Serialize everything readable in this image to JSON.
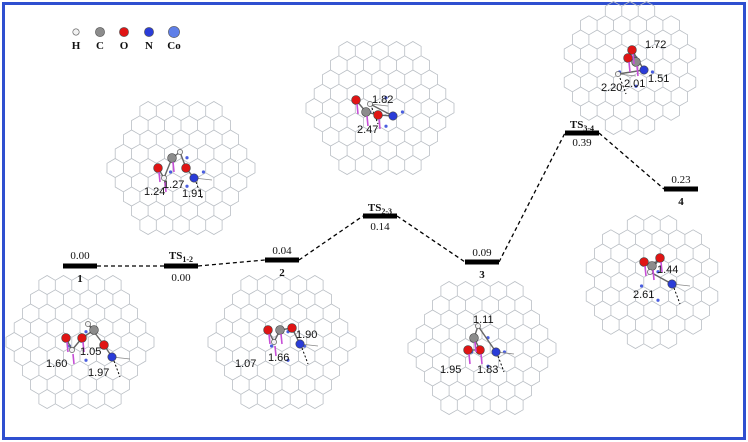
{
  "legend": [
    {
      "symbol": "H",
      "color": "#f2f2f2",
      "size": 3.2
    },
    {
      "symbol": "C",
      "color": "#8c8c8c",
      "size": 4.6
    },
    {
      "symbol": "O",
      "color": "#e01414",
      "size": 4.6
    },
    {
      "symbol": "N",
      "color": "#2a3cd8",
      "size": 4.6
    },
    {
      "symbol": "Co",
      "color": "#5f7fe8",
      "size": 5.6
    }
  ],
  "states": [
    {
      "id": "s1",
      "name": "1",
      "energy": "0.00",
      "energy_pos": "above"
    },
    {
      "id": "ts12",
      "name": "TS",
      "sub": "1-2",
      "energy": "0.00",
      "energy_pos": "below"
    },
    {
      "id": "s2",
      "name": "2",
      "energy": "0.04",
      "energy_pos": "above"
    },
    {
      "id": "ts23",
      "name": "TS",
      "sub": "2-3",
      "energy": "0.14",
      "energy_pos": "below"
    },
    {
      "id": "s3",
      "name": "3",
      "energy": "0.09",
      "energy_pos": "above"
    },
    {
      "id": "ts34",
      "name": "TS",
      "sub": "3-4",
      "energy": "0.39",
      "energy_pos": "below"
    },
    {
      "id": "s4",
      "name": "4",
      "energy": "0.23",
      "energy_pos": "above"
    }
  ],
  "structures": [
    {
      "id": "s1",
      "distances": [
        "1.05",
        "1.60",
        "1.97"
      ]
    },
    {
      "id": "ts12",
      "distances": [
        "1.27",
        "1.24",
        "1.91"
      ]
    },
    {
      "id": "s2",
      "distances": [
        "1.90",
        "1.07",
        "1.66"
      ]
    },
    {
      "id": "ts23",
      "distances": [
        "1.82",
        "2.47"
      ]
    },
    {
      "id": "s3",
      "distances": [
        "1.11",
        "1.95",
        "1.83"
      ]
    },
    {
      "id": "ts34",
      "distances": [
        "1.72",
        "2.20",
        "2.01",
        "1.51"
      ]
    },
    {
      "id": "s4",
      "distances": [
        "1.44",
        "2.61"
      ]
    }
  ]
}
